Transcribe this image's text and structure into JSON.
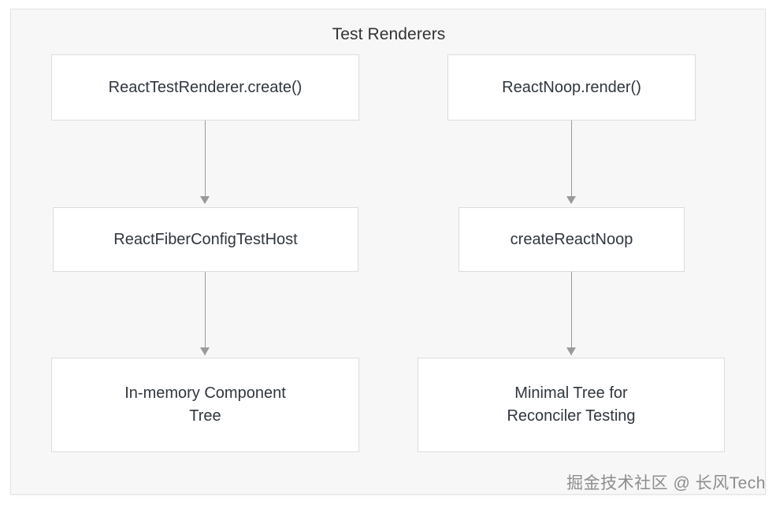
{
  "diagram": {
    "subgraph_title": "Test Renderers",
    "columns": [
      {
        "id": "test-renderer-column",
        "nodes": [
          {
            "id": "react-test-renderer-create",
            "label": "ReactTestRenderer.create()"
          },
          {
            "id": "react-fiber-config-test-host",
            "label": "ReactFiberConfigTestHost"
          },
          {
            "id": "in-memory-component-tree",
            "label_line1": "In-memory Component",
            "label_line2": "Tree"
          }
        ]
      },
      {
        "id": "noop-renderer-column",
        "nodes": [
          {
            "id": "react-noop-render",
            "label": "ReactNoop.render()"
          },
          {
            "id": "create-react-noop",
            "label": "createReactNoop"
          },
          {
            "id": "minimal-tree-reconciler-testing",
            "label_line1": "Minimal Tree for",
            "label_line2": "Reconciler Testing"
          }
        ]
      }
    ],
    "edges": [
      {
        "from": "react-test-renderer-create",
        "to": "react-fiber-config-test-host"
      },
      {
        "from": "react-fiber-config-test-host",
        "to": "in-memory-component-tree"
      },
      {
        "from": "react-noop-render",
        "to": "create-react-noop"
      },
      {
        "from": "create-react-noop",
        "to": "minimal-tree-reconciler-testing"
      }
    ]
  },
  "watermark": {
    "text": "掘金技术社区 @ 长风Tech"
  },
  "colors": {
    "page_background": "#ffffff",
    "subgraph_background": "#f7f7f7",
    "subgraph_border": "#e3e3e3",
    "node_background": "#ffffff",
    "node_border": "#dcdcdc",
    "node_text": "#30363d",
    "edge": "#9a9a9a",
    "title_text": "#333333",
    "watermark_text": "#8d8d8d"
  }
}
